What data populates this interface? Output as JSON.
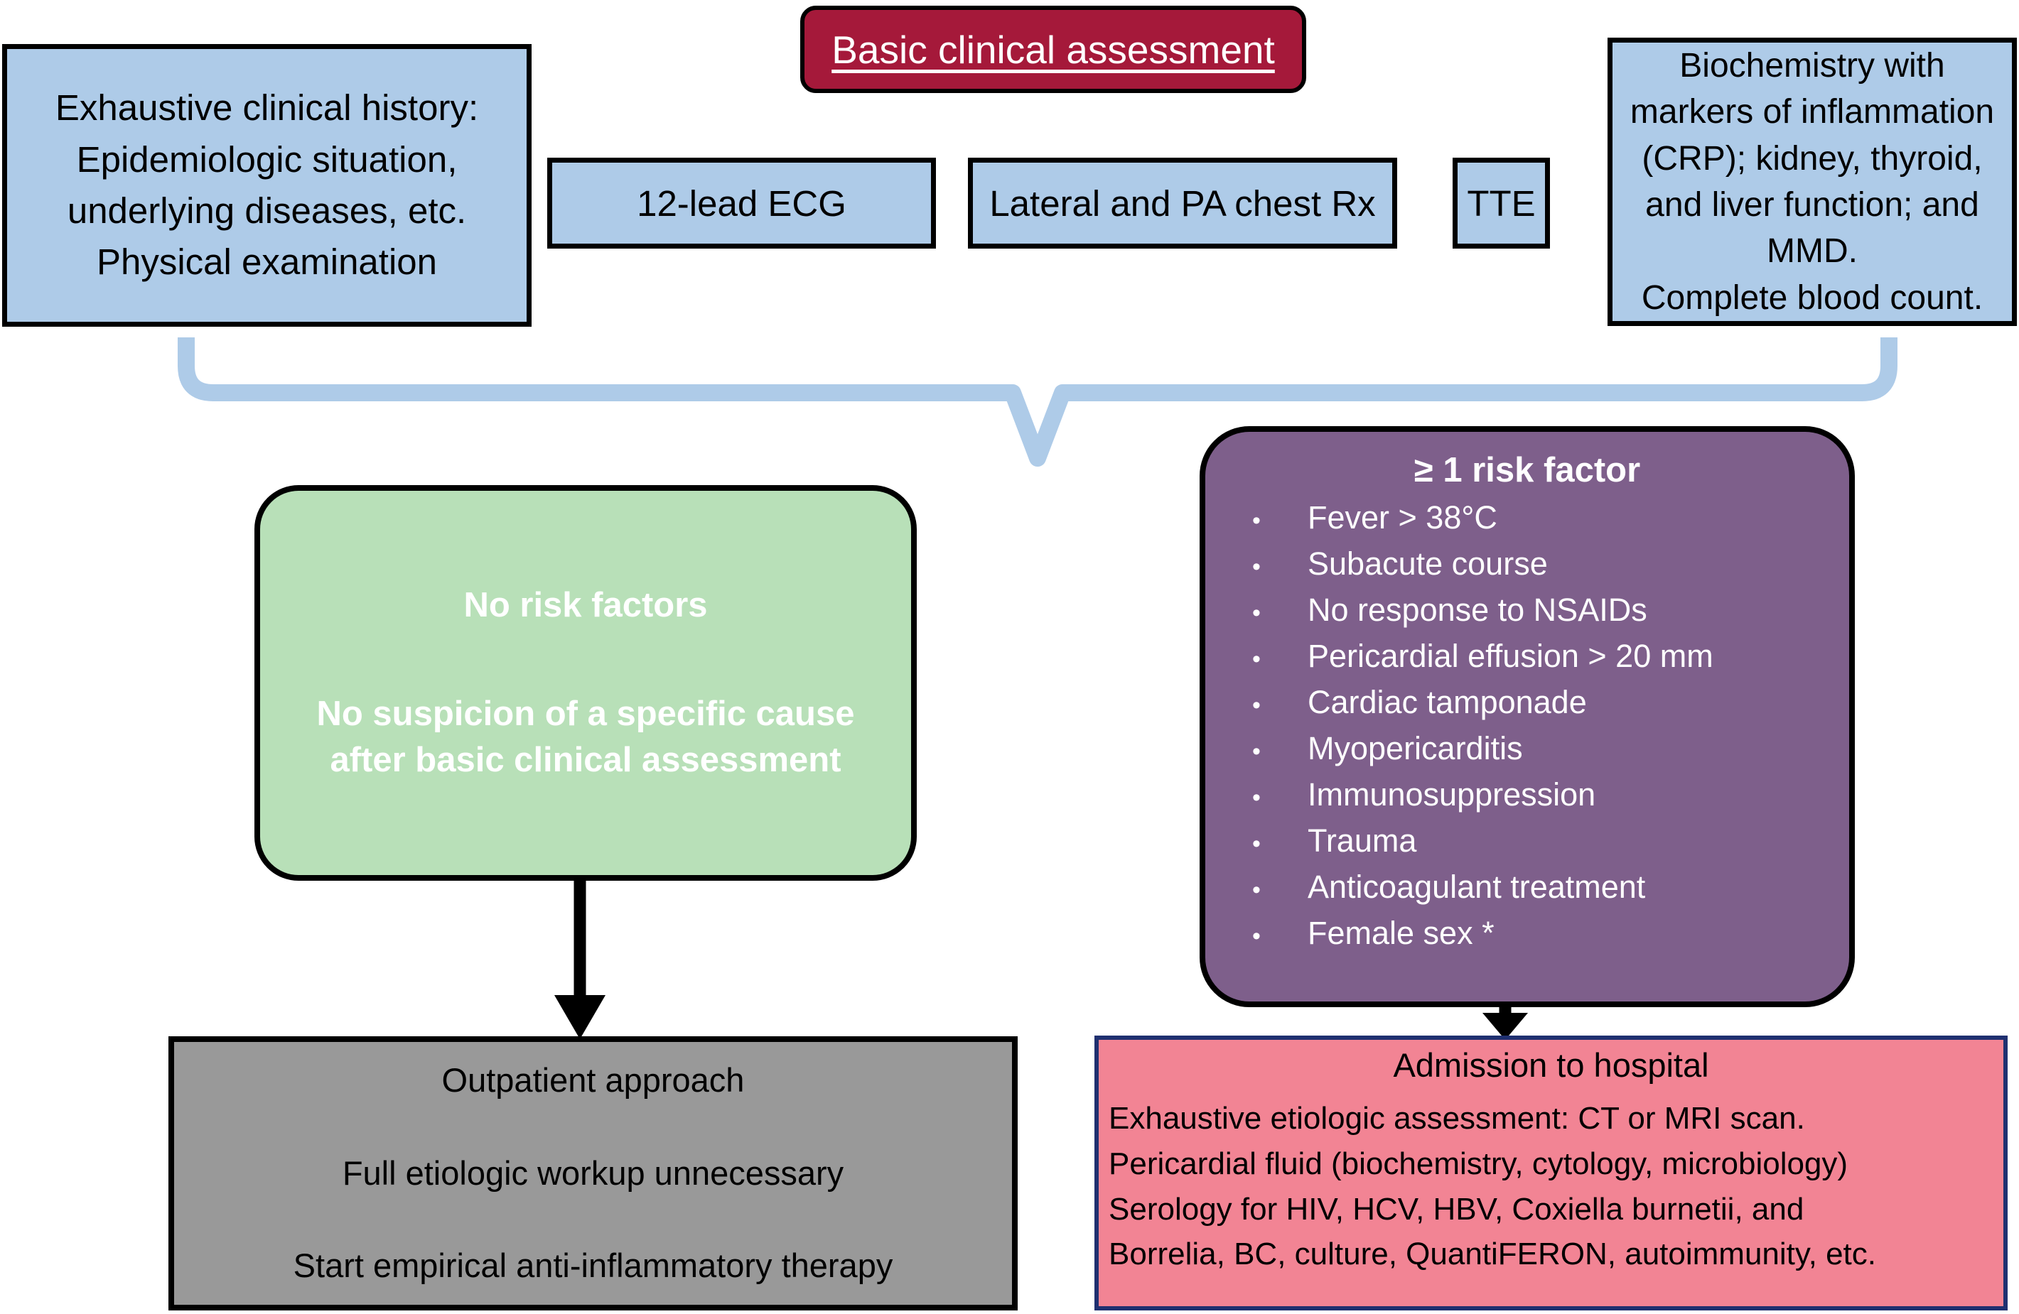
{
  "title": {
    "label": "Basic clinical assessment"
  },
  "top_row": {
    "history": "Exhaustive clinical history:\nEpidemiologic situation,\nunderlying diseases, etc.\nPhysical examination",
    "ecg": "12-lead ECG",
    "chest": "Lateral and PA chest Rx",
    "tte": "TTE",
    "biochemistry": "Biochemistry with\nmarkers of inflammation\n(CRP); kidney, thyroid,\nand liver function; and\nMMD.\nComplete blood count."
  },
  "no_risk": {
    "line1": "No risk factors",
    "line2": "No suspicion of a specific cause\nafter basic clinical assessment"
  },
  "risk": {
    "title": "≥ 1 risk factor",
    "bullet": "•",
    "items": [
      "Fever > 38°C",
      "Subacute course",
      "No response to NSAIDs",
      "Pericardial effusion > 20 mm",
      "Cardiac tamponade",
      "Myopericarditis",
      "Immunosuppression",
      "Trauma",
      "Anticoagulant treatment",
      "Female sex *"
    ]
  },
  "outpatient": {
    "line1": "Outpatient approach",
    "line2": "Full etiologic workup unnecessary",
    "line3": "Start empirical anti-inflammatory therapy"
  },
  "admission": {
    "title": "Admission to hospital",
    "lines": [
      "Exhaustive etiologic assessment: CT or MRI scan.",
      "Pericardial fluid (biochemistry, cytology, microbiology)",
      "Serology for HIV, HCV, HBV, Coxiella burnetii, and",
      "Borrelia, BC, culture, QuantiFERON, autoimmunity, etc."
    ]
  },
  "colors": {
    "blue_fill": "#aecbe8",
    "crimson": "#A5193A",
    "green_fill": "#B8E0B8",
    "purple_fill": "#7E5F8B",
    "gray_fill": "#999999",
    "pink_fill": "#F28494",
    "pink_border": "#1F3070",
    "bracket": "#aecbe8",
    "outline": "#000000"
  }
}
